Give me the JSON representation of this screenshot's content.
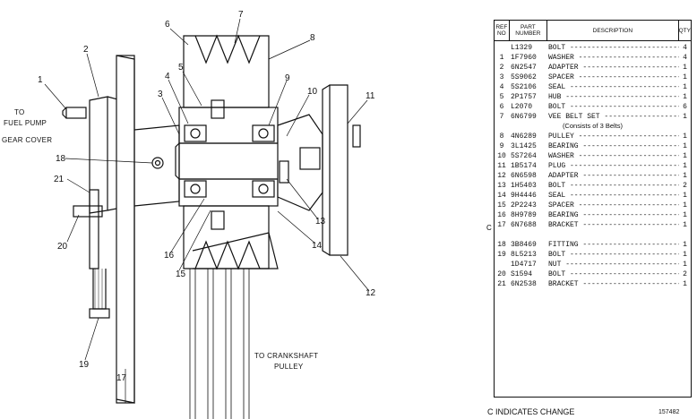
{
  "diagram": {
    "callouts": [
      "1",
      "2",
      "3",
      "4",
      "5",
      "6",
      "7",
      "8",
      "9",
      "10",
      "11",
      "12",
      "13",
      "14",
      "15",
      "16",
      "17",
      "18",
      "19",
      "20",
      "21"
    ],
    "captions": {
      "fuel_pump": [
        "TO",
        "FUEL PUMP",
        "GEAR COVER"
      ],
      "crankshaft": [
        "TO CRANKSHAFT",
        "PULLEY"
      ]
    }
  },
  "table": {
    "headers": [
      "REF NO",
      "PART NUMBER",
      "DESCRIPTION",
      "QTY"
    ],
    "rows": [
      {
        "ref": "",
        "part": "L1329",
        "desc": "BOLT",
        "qty": "4"
      },
      {
        "ref": "1",
        "part": "1F7960",
        "desc": "WASHER",
        "qty": "4"
      },
      {
        "ref": "2",
        "part": "6N2547",
        "desc": "ADAPTER",
        "qty": "1"
      },
      {
        "ref": "3",
        "part": "5S9062",
        "desc": "SPACER",
        "qty": "1"
      },
      {
        "ref": "4",
        "part": "5S2106",
        "desc": "SEAL",
        "qty": "1"
      },
      {
        "ref": "5",
        "part": "2P1757",
        "desc": "HUB",
        "qty": "1"
      },
      {
        "ref": "6",
        "part": "L2070",
        "desc": "BOLT",
        "qty": "6"
      },
      {
        "ref": "7",
        "part": "6N6799",
        "desc": "VEE BELT SET",
        "qty": "1"
      },
      {
        "ref": "8",
        "part": "4N6289",
        "desc": "PULLEY",
        "qty": "1"
      },
      {
        "ref": "9",
        "part": "3L1425",
        "desc": "BEARING",
        "qty": "1"
      },
      {
        "ref": "10",
        "part": "5S7264",
        "desc": "WASHER",
        "qty": "1"
      },
      {
        "ref": "11",
        "part": "1B5174",
        "desc": "PLUG",
        "qty": "1"
      },
      {
        "ref": "12",
        "part": "6N6598",
        "desc": "ADAPTER",
        "qty": "1"
      },
      {
        "ref": "13",
        "part": "1H5403",
        "desc": "BOLT",
        "qty": "2"
      },
      {
        "ref": "14",
        "part": "9H4446",
        "desc": "SEAL",
        "qty": "1"
      },
      {
        "ref": "15",
        "part": "2P2243",
        "desc": "SPACER",
        "qty": "1"
      },
      {
        "ref": "16",
        "part": "8H9789",
        "desc": "BEARING",
        "qty": "1"
      },
      {
        "ref": "17",
        "part": "6N7688",
        "desc": "BRACKET",
        "qty": "1"
      },
      {
        "ref": "18",
        "part": "3B8469",
        "desc": "FITTING",
        "qty": "1"
      },
      {
        "ref": "19",
        "part": "8L5213",
        "desc": "BOLT",
        "qty": "1"
      },
      {
        "ref": "",
        "part": "1D4717",
        "desc": "NUT",
        "qty": "1"
      },
      {
        "ref": "20",
        "part": "S1594",
        "desc": "BOLT",
        "qty": "2"
      },
      {
        "ref": "21",
        "part": "6N2538",
        "desc": "BRACKET",
        "qty": "1"
      }
    ],
    "note": "(Consists of 3 Belts)",
    "change_marker": "C"
  },
  "footer": {
    "legend": "C INDICATES CHANGE",
    "code": "157482"
  }
}
